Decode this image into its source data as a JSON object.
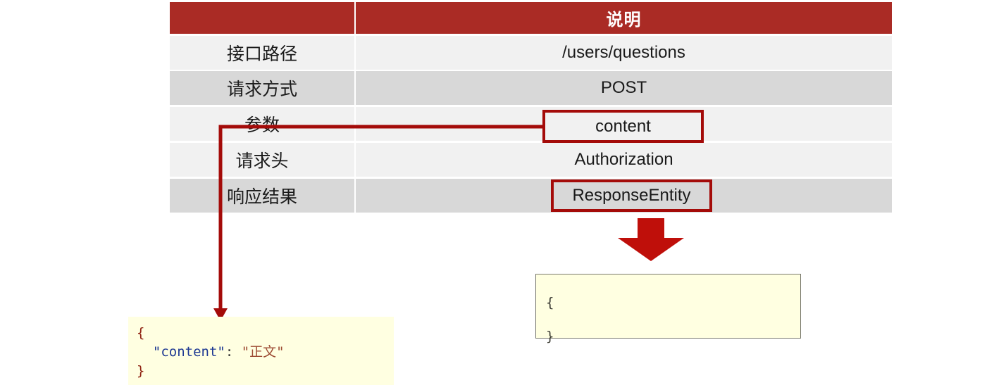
{
  "table": {
    "header": {
      "key_col": "",
      "value_col": "说明"
    },
    "rows": [
      {
        "key": "接口路径",
        "value": "/users/questions",
        "shade": "light",
        "highlighted": false
      },
      {
        "key": "请求方式",
        "value": "POST",
        "shade": "dark",
        "highlighted": false
      },
      {
        "key": "参数",
        "value": "content",
        "shade": "light",
        "highlighted": true
      },
      {
        "key": "请求头",
        "value": "Authorization",
        "shade": "light",
        "highlighted": false
      },
      {
        "key": "响应结果",
        "value": "ResponseEntity",
        "shade": "dark",
        "highlighted": true
      }
    ]
  },
  "highlights": {
    "param_box_label": "content",
    "response_box_label": "ResponseEntity",
    "border_color": "#a40b09"
  },
  "request_json": {
    "line1": "{",
    "line2_indent": "  ",
    "line2_key": "\"content\"",
    "line2_punct": ": ",
    "line2_value": "\"正文\"",
    "line3": "}"
  },
  "response_json": {
    "line1": "{",
    "line2": "}"
  },
  "arrow": {
    "down_arrow_name": "down-arrow-icon",
    "connector_name": "connector-line",
    "color": "#b50f0a"
  },
  "colors": {
    "table_header_bg": "#aa2b25",
    "row_light": "#f1f1f1",
    "row_dark": "#d8d8d8",
    "code_bg": "#ffffe1",
    "accent_red": "#a40b09"
  }
}
